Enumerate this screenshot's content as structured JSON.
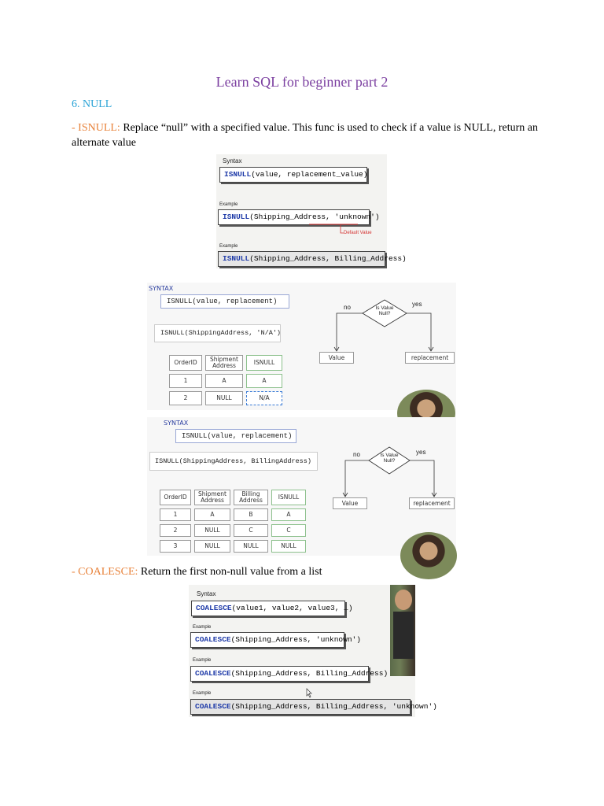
{
  "doc": {
    "title": "Learn SQL for beginner part 2",
    "section": "6. NULL",
    "isnull_term": "- ISNULL:",
    "isnull_desc": " Replace “null” with a specified value. This func is used to check if a value is NULL, return an alternate value",
    "coalesce_term": "- COALESCE:",
    "coalesce_desc": " Return the first non-null value from a list"
  },
  "img1": {
    "syntax_label": "Syntax",
    "syntax_fn": "ISNULL",
    "syntax_args": "(value, replacement_value)",
    "ex1_label": "Example",
    "ex1_fn": "ISNULL",
    "ex1_args": "(Shipping_Address, 'unknown')",
    "default_note": "Default Value",
    "ex2_label": "Example",
    "ex2_fn": "ISNULL",
    "ex2_args": "(Shipping_Address, Billing_Address)"
  },
  "img2": {
    "syntax_label": "SYNTAX",
    "syntax_code": "ISNULL(value, replacement)",
    "example_code": "ISNULL(ShippingAddress, 'N/A')",
    "headers": [
      "OrderID",
      "Shipment Address",
      "ISNULL"
    ],
    "rows": [
      [
        "1",
        "A",
        "A"
      ],
      [
        "2",
        "NULL",
        "N/A"
      ]
    ],
    "flow": {
      "decision": "Is Value Null?",
      "no": "no",
      "yes": "yes",
      "left": "Value",
      "right": "replacement"
    }
  },
  "img3": {
    "syntax_label": "SYNTAX",
    "syntax_code": "ISNULL(value, replacement)",
    "example_code": "ISNULL(ShippingAddress, BillingAddress)",
    "headers": [
      "OrderID",
      "Shipment Address",
      "Billing Address",
      "ISNULL"
    ],
    "rows": [
      [
        "1",
        "A",
        "B",
        "A"
      ],
      [
        "2",
        "NULL",
        "C",
        "C"
      ],
      [
        "3",
        "NULL",
        "NULL",
        "NULL"
      ]
    ],
    "flow": {
      "decision": "Is Value Null?",
      "no": "no",
      "yes": "yes",
      "left": "Value",
      "right": "replacement"
    }
  },
  "img4": {
    "syntax_label": "Syntax",
    "syntax_fn": "COALESCE",
    "syntax_args": "(value1, value2, value3, …)",
    "ex1_label": "Example",
    "ex1_fn": "COALESCE",
    "ex1_args": "(Shipping_Address, 'unknown')",
    "ex2_label": "Example",
    "ex2_fn": "COALESCE",
    "ex2_args": "(Shipping_Address, Billing_Address)",
    "ex3_label": "Example",
    "ex3_fn": "COALESCE",
    "ex3_args": "(Shipping_Address, Billing_Address, 'unknown')"
  }
}
